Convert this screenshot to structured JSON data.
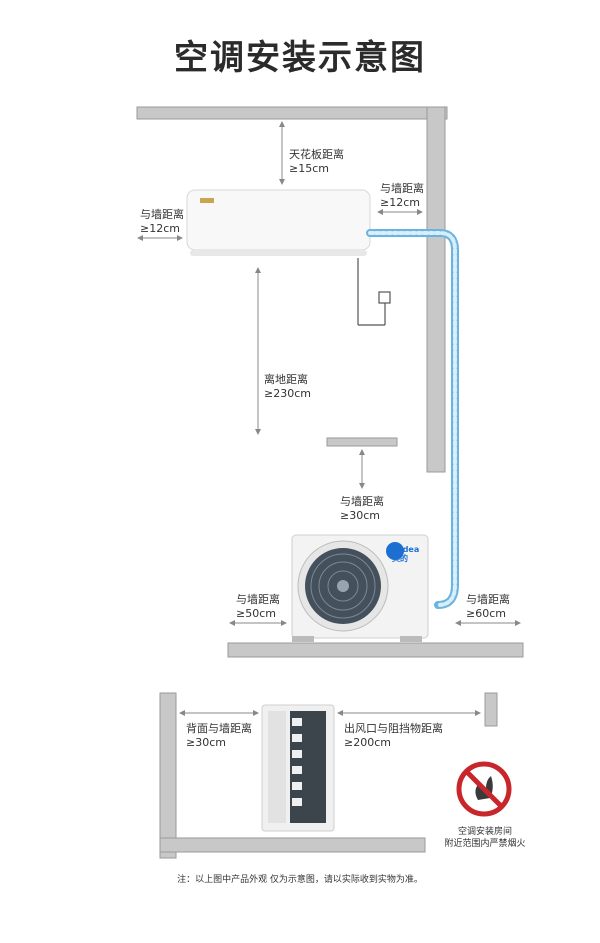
{
  "title": "空调安装示意图",
  "labels": {
    "ceiling": {
      "line1": "天花板距离",
      "line2": "≥15cm"
    },
    "right_wall_top": {
      "line1": "与墙距离",
      "line2": "≥12cm"
    },
    "left_wall_top": {
      "line1": "与墙距离",
      "line2": "≥12cm"
    },
    "floor": {
      "line1": "离地距离",
      "line2": "≥230cm"
    },
    "outdoor_top": {
      "line1": "与墙距离",
      "line2": "≥30cm"
    },
    "outdoor_left": {
      "line1": "与墙距离",
      "line2": "≥50cm"
    },
    "outdoor_right": {
      "line1": "与墙距离",
      "line2": "≥60cm"
    },
    "back": {
      "line1": "背面与墙距离",
      "line2": "≥30cm"
    },
    "outlet": {
      "line1": "出风口与阻挡物距离",
      "line2": "≥200cm"
    },
    "no_fire": {
      "line1": "空调安装房间",
      "line2": "附近范围内严禁烟火"
    }
  },
  "brand": {
    "name": "Midea",
    "sub": "美的"
  },
  "footnote": "注：以上图中产品外观 仅为示意图，请以实际收到实物为准。",
  "colors": {
    "wall": "#c8c8c8",
    "pipe": "#a9d6f2",
    "pipe_stroke": "#6bb4e0",
    "brand": "#1d6fd1",
    "no_fire": "#c8262b"
  }
}
